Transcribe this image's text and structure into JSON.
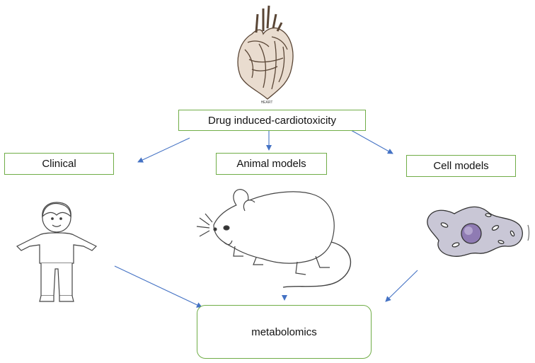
{
  "diagram": {
    "heart_caption": "HEART",
    "top_box": "Drug induced-cardiotoxicity",
    "branches": {
      "clinical": "Clinical",
      "animal": "Animal models",
      "cell": "Cell models"
    },
    "result": "metabolomics"
  },
  "colors": {
    "box_border": "#70ad47",
    "arrow": "#4472c4",
    "line_art": "#555555",
    "cell_fill": "#c9c7d6",
    "nucleus": "#8f7bb3"
  },
  "icons": [
    "heart-illustration",
    "child-illustration",
    "mouse-illustration",
    "cell-illustration"
  ]
}
